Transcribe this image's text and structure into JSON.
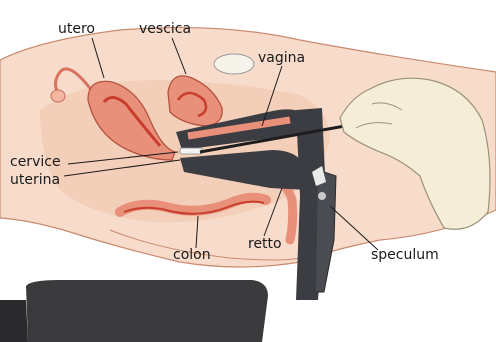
{
  "labels": {
    "utero": "utero",
    "vescica": "vescica",
    "vagina": "vagina",
    "cervice": "cervice",
    "uterina": "uterina",
    "colon": "colon",
    "retto": "retto",
    "speculum": "speculum"
  },
  "colors": {
    "skin": "#f7dccb",
    "skin_shadow": "#eabfa6",
    "organ": "#e8907a",
    "organ_inner": "#d9523f",
    "instrument": "#3b3d42",
    "glove": "#f4eed8",
    "table": "#3a3a3c"
  }
}
